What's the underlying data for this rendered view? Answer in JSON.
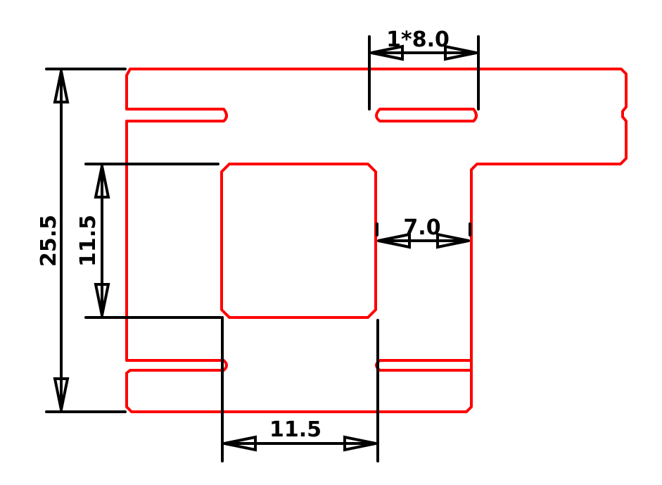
{
  "drawing": {
    "colors": {
      "part_outline": "#ff0000",
      "dimension": "#000000",
      "background": "#ffffff"
    },
    "dimensions": {
      "top_slot": "1*8.0",
      "web_width": "7.0",
      "overall_height": "25.5",
      "window_height": "11.5",
      "window_width": "11.5"
    }
  }
}
